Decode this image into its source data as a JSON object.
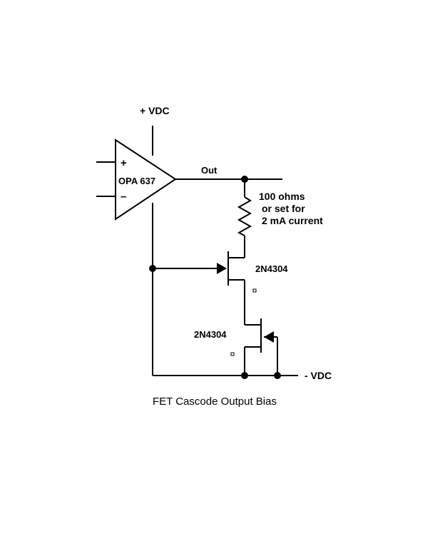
{
  "diagram": {
    "supply_positive_label": "+ VDC",
    "supply_negative_label": "- VDC",
    "opamp": {
      "name": "OPA 637",
      "plus_sign": "+",
      "minus_sign": "–"
    },
    "output_label": "Out",
    "resistor_note": {
      "line1": "100 ohms",
      "line2": "or set for",
      "line3": "2 mA current"
    },
    "upper_fet_label": "2N4304",
    "lower_fet_label": "2N4304",
    "caption": "FET Cascode Output Bias"
  }
}
